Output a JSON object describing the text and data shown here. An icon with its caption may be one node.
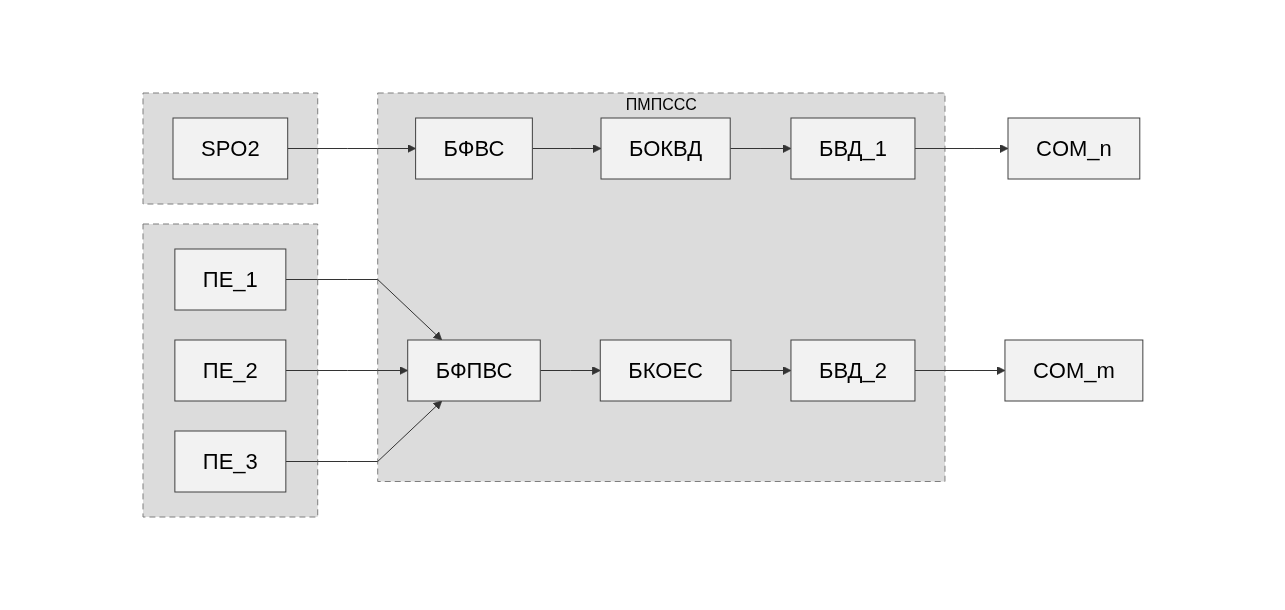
{
  "diagram": {
    "nodes": [
      {
        "text": [],
        "shape": "box"
      },
      {
        "text": [
          "SPO2"
        ],
        "in": 0
      },
      {
        "text": [],
        "shape": "box"
      },
      {
        "text": [
          "ПЕ_1"
        ],
        "in": 2
      },
      {
        "text": [
          "ПЕ_2"
        ],
        "in": 2
      },
      {
        "text": [
          "ПЕ_3"
        ],
        "in": 2
      },
      {
        "text": [
          "ПМПССС"
        ]
      },
      {
        "text": [
          "БФВС"
        ],
        "in": 6
      },
      {
        "text": [
          "БОКВД"
        ],
        "in": 6
      },
      {
        "text": [
          "БВД_1"
        ],
        "in": 6
      },
      {
        "text": [
          "БФПВС"
        ],
        "in": 6
      },
      {
        "text": [
          "БКОЕС"
        ],
        "in": 6
      },
      {
        "text": [
          "БВД_2"
        ],
        "in": 6
      },
      {
        "text": [
          "COM_n"
        ]
      },
      {
        "text": [
          "COM_m"
        ]
      }
    ],
    "edges": [
      {
        "from": 1,
        "to": 7,
        "arrow": "to"
      },
      {
        "from": 3,
        "to": 10,
        "arrow": "to"
      },
      {
        "from": 4,
        "to": 10,
        "arrow": "to"
      },
      {
        "from": 5,
        "to": 10,
        "arrow": "to"
      },
      {
        "from": 7,
        "to": 8,
        "arrow": "to"
      },
      {
        "from": 8,
        "to": 9,
        "arrow": "to"
      },
      {
        "from": 9,
        "to": 13,
        "arrow": "to"
      },
      {
        "from": 10,
        "to": 11,
        "arrow": "to"
      },
      {
        "from": 11,
        "to": 12,
        "arrow": "to"
      },
      {
        "from": 12,
        "to": 14,
        "arrow": "to"
      }
    ]
  }
}
